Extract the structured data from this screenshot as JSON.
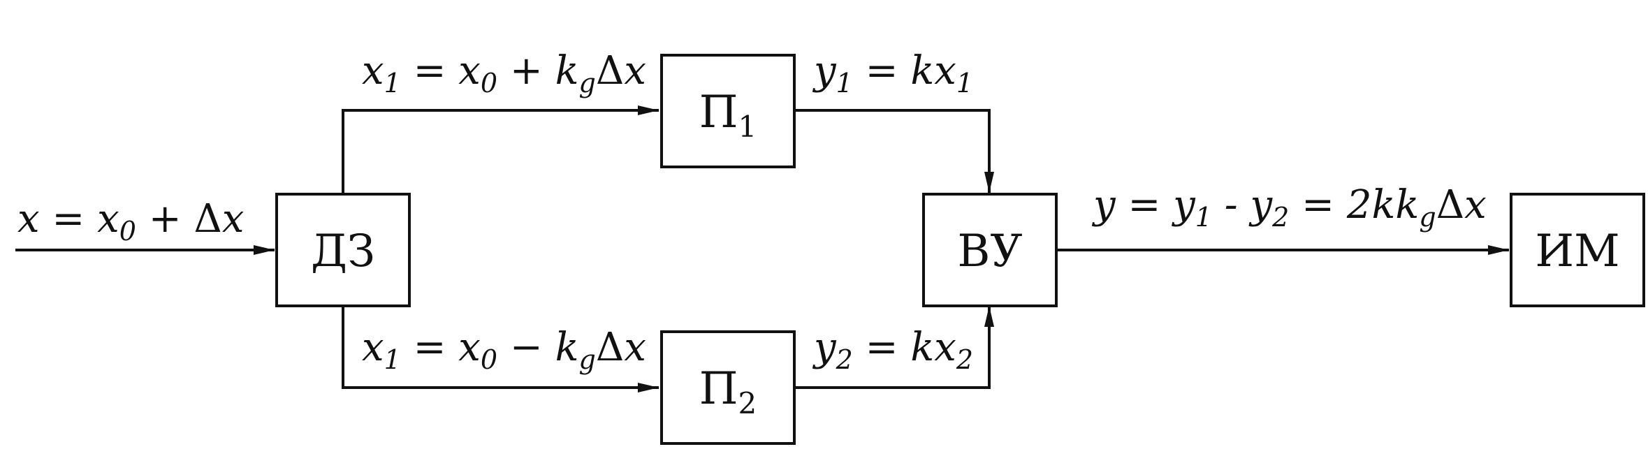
{
  "blocks": {
    "dz": "ДЗ",
    "p1": {
      "base": "П",
      "sub": "1"
    },
    "p2": {
      "base": "П",
      "sub": "2"
    },
    "vu": "ВУ",
    "im": "ИМ"
  },
  "signals": {
    "input": {
      "a": "x",
      "b": " = x",
      "b_sub": "0",
      "c": " + ",
      "delta": "Δ",
      "d": "x"
    },
    "upper_in": {
      "a": "x",
      "a_sub": "1",
      "b": " = x",
      "b_sub": "0",
      "c": " + k",
      "c_sub": "g",
      "delta": "Δ",
      "d": "x"
    },
    "lower_in": {
      "a": "x",
      "a_sub": "1",
      "b": " = x",
      "b_sub": "0",
      "c": " − k",
      "c_sub": "g",
      "delta": "Δ",
      "d": "x"
    },
    "upper_out": {
      "a": "y",
      "a_sub": "1",
      "b": " = kx",
      "b_sub": "1"
    },
    "lower_out": {
      "a": "y",
      "a_sub": "2",
      "b": " = kx",
      "b_sub": "2"
    },
    "output": {
      "a": "y = y",
      "a_sub": "1",
      "b": " - y",
      "b_sub": "2",
      "c": " = 2kk",
      "c_sub": "g",
      "delta": "Δ",
      "d": "x"
    }
  }
}
